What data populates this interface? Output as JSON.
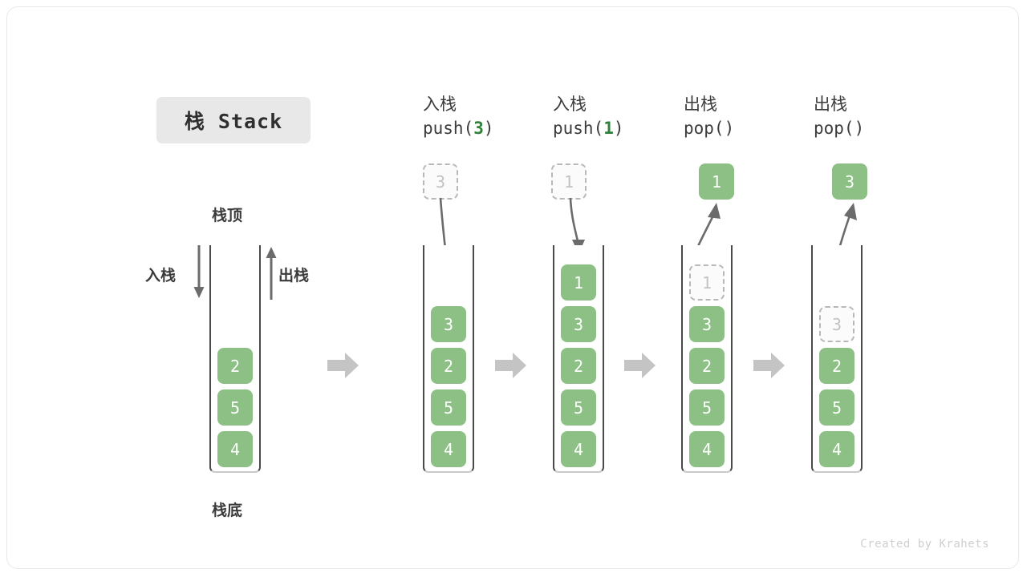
{
  "title": {
    "text": "栈 Stack"
  },
  "footer": {
    "text": "Created by Krahets"
  },
  "colors": {
    "cell_green": "#8cc084",
    "accent_green_text": "#31803a",
    "ghost_border": "#b8b8b8",
    "ghost_text": "#c2c2c2",
    "arrow_gray": "#b8b8b8",
    "stroke_dark": "#4a4a4a",
    "badge_bg": "#e8e8e8",
    "panel_border": "#e8e8e8"
  },
  "main_stack": {
    "label_top": "栈顶",
    "label_bottom": "栈底",
    "label_push": "入栈",
    "label_pop": "出栈",
    "push_arrow_icon": "arrow-down-icon",
    "pop_arrow_icon": "arrow-up-icon",
    "cells": [
      "2",
      "5",
      "4"
    ]
  },
  "steps": [
    {
      "id": "push-3",
      "title_cn": "入栈",
      "code_prefix": "push(",
      "code_arg": "3",
      "code_suffix": ")",
      "floating": {
        "value": "3",
        "style": "ghost",
        "position": "above"
      },
      "flow_icon": "curved-arrow-down-icon",
      "cells": [
        {
          "value": "3",
          "style": "solid"
        },
        {
          "value": "2",
          "style": "solid"
        },
        {
          "value": "5",
          "style": "solid"
        },
        {
          "value": "4",
          "style": "solid"
        }
      ]
    },
    {
      "id": "push-1",
      "title_cn": "入栈",
      "code_prefix": "push(",
      "code_arg": "1",
      "code_suffix": ")",
      "floating": {
        "value": "1",
        "style": "ghost",
        "position": "above"
      },
      "flow_icon": "curved-arrow-down-icon",
      "cells": [
        {
          "value": "1",
          "style": "solid"
        },
        {
          "value": "3",
          "style": "solid"
        },
        {
          "value": "2",
          "style": "solid"
        },
        {
          "value": "5",
          "style": "solid"
        },
        {
          "value": "4",
          "style": "solid"
        }
      ]
    },
    {
      "id": "pop-1",
      "title_cn": "出栈",
      "code_prefix": "pop(",
      "code_arg": "",
      "code_suffix": ")",
      "floating": {
        "value": "1",
        "style": "solid",
        "position": "above"
      },
      "flow_icon": "curved-arrow-up-icon",
      "cells": [
        {
          "value": "1",
          "style": "ghost"
        },
        {
          "value": "3",
          "style": "solid"
        },
        {
          "value": "2",
          "style": "solid"
        },
        {
          "value": "5",
          "style": "solid"
        },
        {
          "value": "4",
          "style": "solid"
        }
      ]
    },
    {
      "id": "pop-3",
      "title_cn": "出栈",
      "code_prefix": "pop(",
      "code_arg": "",
      "code_suffix": ")",
      "floating": {
        "value": "3",
        "style": "solid",
        "position": "above"
      },
      "flow_icon": "curved-arrow-up-icon",
      "cells": [
        {
          "value": "",
          "style": "empty"
        },
        {
          "value": "3",
          "style": "ghost"
        },
        {
          "value": "2",
          "style": "solid"
        },
        {
          "value": "5",
          "style": "solid"
        },
        {
          "value": "4",
          "style": "solid"
        }
      ]
    }
  ],
  "transitions": [
    {
      "icon": "block-arrow-right-icon"
    },
    {
      "icon": "block-arrow-right-icon"
    },
    {
      "icon": "block-arrow-right-icon"
    },
    {
      "icon": "block-arrow-right-icon"
    }
  ]
}
